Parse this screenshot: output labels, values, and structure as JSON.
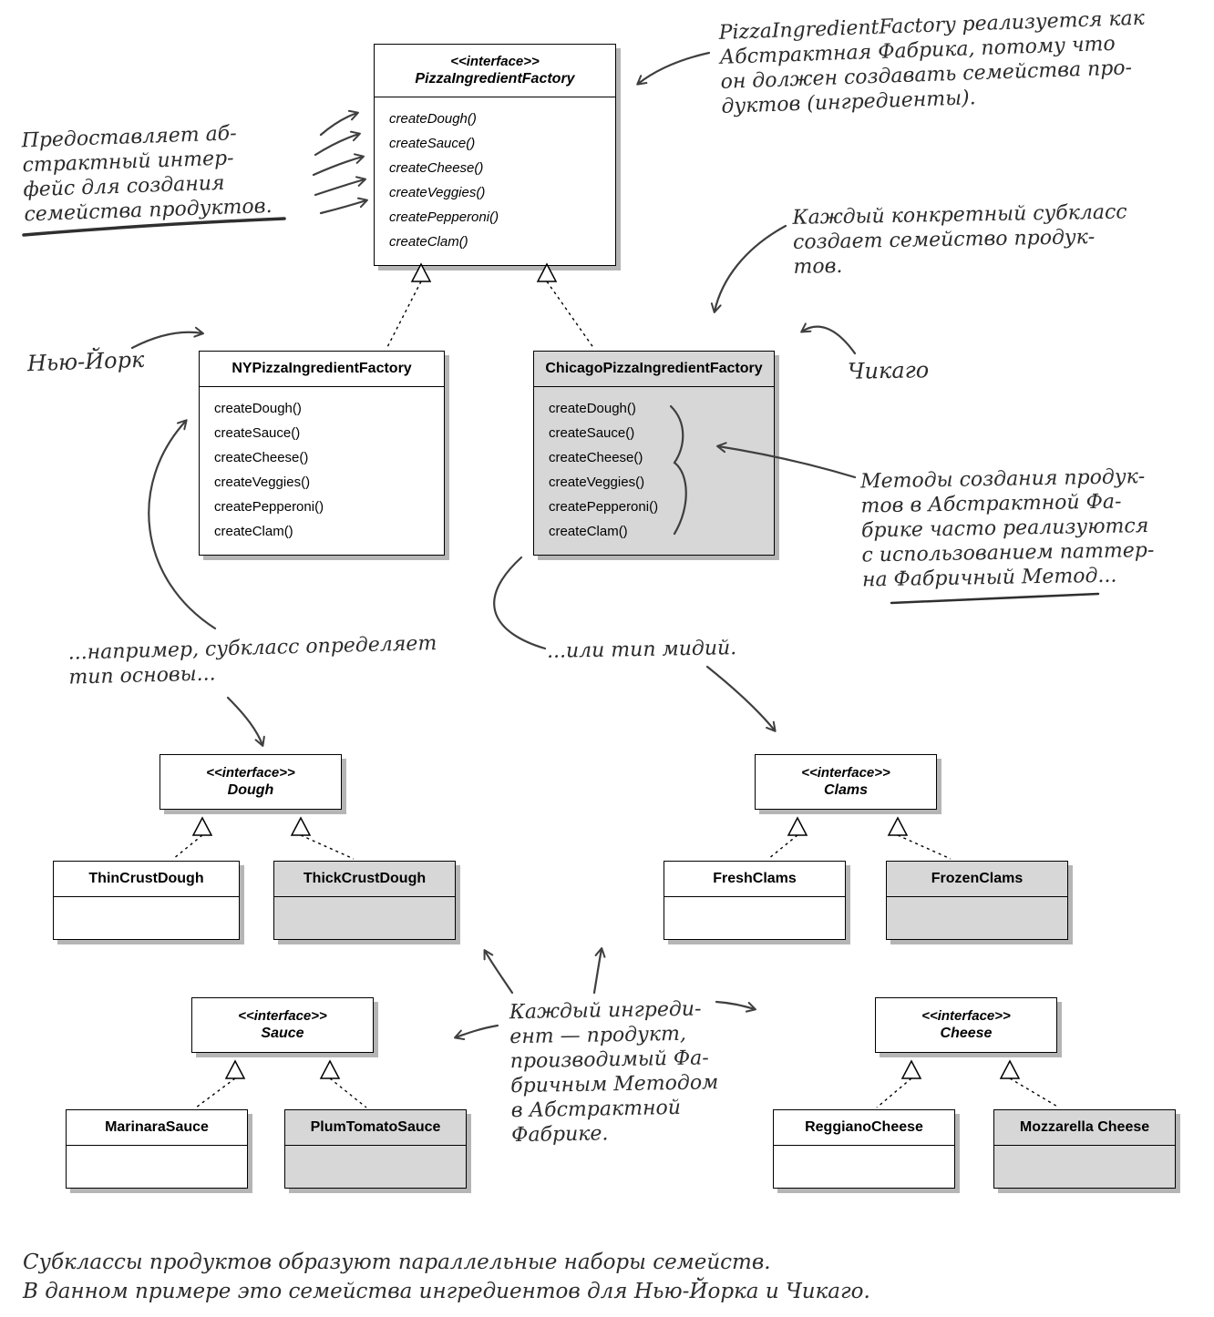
{
  "classes": {
    "pif": {
      "stereotype": "<<interface>>",
      "name": "PizzaIngredientFactory",
      "methods": [
        "createDough()",
        "createSauce()",
        "createCheese()",
        "createVeggies()",
        "createPepperoni()",
        "createClam()"
      ]
    },
    "ny": {
      "name": "NYPizzaIngredientFactory",
      "methods": [
        "createDough()",
        "createSauce()",
        "createCheese()",
        "createVeggies()",
        "createPepperoni()",
        "createClam()"
      ]
    },
    "chi": {
      "name": "ChicagoPizzaIngredientFactory",
      "methods": [
        "createDough()",
        "createSauce()",
        "createCheese()",
        "createVeggies()",
        "createPepperoni()",
        "createClam()"
      ]
    },
    "dough": {
      "stereotype": "<<interface>>",
      "name": "Dough"
    },
    "thin": {
      "name": "ThinCrustDough"
    },
    "thick": {
      "name": "ThickCrustDough"
    },
    "clams": {
      "stereotype": "<<interface>>",
      "name": "Clams"
    },
    "fresh": {
      "name": "FreshClams"
    },
    "frozen": {
      "name": "FrozenClams"
    },
    "sauce": {
      "stereotype": "<<interface>>",
      "name": "Sauce"
    },
    "marinara": {
      "name": "MarinaraSauce"
    },
    "plum": {
      "name": "PlumTomatoSauce"
    },
    "cheese": {
      "stereotype": "<<interface>>",
      "name": "Cheese"
    },
    "reggiano": {
      "name": "ReggianoCheese"
    },
    "mozzarella": {
      "name": "Mozzarella Cheese"
    }
  },
  "ann": {
    "realized": {
      "lines": [
        "PizzaIngredientFactory реализуется как",
        "Абстрактная Фабрика, потому что",
        "он должен создавать семейства про-",
        "дуктов (ингредиенты)."
      ]
    },
    "provides": {
      "lines": [
        "Предоставляет аб-",
        "страктный интер-",
        "фейс для создания",
        "семейства продуктов."
      ]
    },
    "subclass": {
      "lines": [
        "Каждый конкретный субкласс",
        "создает семейство продук-",
        "тов."
      ]
    },
    "ny_label": "Нью-Йорк",
    "chicago_label": "Чикаго",
    "factory_method": {
      "lines": [
        "Методы создания продук-",
        "тов в Абстрактной Фа-",
        "брике часто реализуются",
        "с использованием паттер-",
        "на Фабричный Метод..."
      ]
    },
    "dough_example": {
      "lines": [
        "...например, субкласс определяет",
        "тип основы..."
      ]
    },
    "clam_example": "...или тип мидий.",
    "ingredient": {
      "lines": [
        "Каждый ингреди-",
        "ент — продукт,",
        "производимый Фа-",
        "бричным Методом",
        "в Абстрактной",
        "Фабрике."
      ]
    },
    "caption": {
      "lines": [
        "Субклассы продуктов образуют параллельные наборы семейств.",
        "В данном примере это семейства ингредиентов для Нью-Йорка и Чикаго."
      ]
    }
  },
  "colors": {
    "concrete_fill": "#d7d7d7",
    "box_fill": "#ffffff",
    "border": "#000000",
    "hand_ink": "#3f3f3f",
    "shadow": "#b5b5b5"
  }
}
